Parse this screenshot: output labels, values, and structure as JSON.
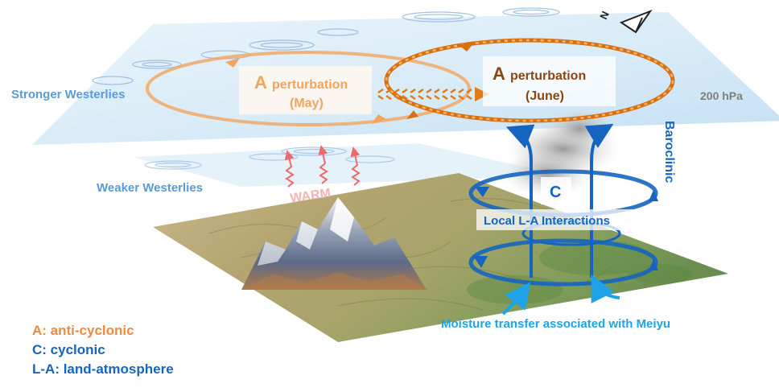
{
  "labels": {
    "stronger_westerlies": "Stronger Westerlies",
    "weaker_westerlies": "Weaker Westerlies",
    "a_may_letter": "A",
    "a_may_word": "perturbation",
    "a_may_month": "(May)",
    "a_june_letter": "A",
    "a_june_word": "perturbation",
    "a_june_month": "(June)",
    "pressure_level": "200 hPa",
    "baroclinic": "Baroclinic",
    "cyclonic_letter": "C",
    "local_interactions": "Local L-A Interactions",
    "warm": "WARM",
    "moisture": "Moisture transfer associated with Meiyu"
  },
  "legend": {
    "a": "A: anti-cyclonic",
    "c": "C: cyclonic",
    "la": "L-A: land-atmosphere"
  },
  "colors": {
    "anticyclone_may": "#f4a45c",
    "anticyclone_june": "#d9700f",
    "june_text": "#8b4513",
    "westerlies_text": "#5b9bd5",
    "cyclonic_blue": "#1565c0",
    "moisture_cyan": "#1fa3e8",
    "warm_red": "#ef6a6a",
    "pressure_gray": "#7f7f7f"
  }
}
